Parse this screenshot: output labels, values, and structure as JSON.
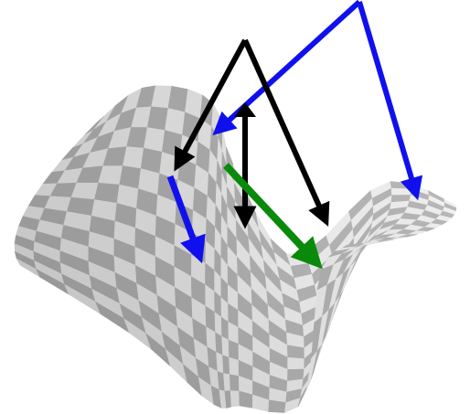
{
  "figure": {
    "surface": {
      "kind": "checkerboard-saddle-surface",
      "light_color": "#f2f2f2",
      "dark_color": "#b9b9b9",
      "edge_shade": "#9a9a9a"
    },
    "arrows": [
      {
        "id": "black-arrow-left",
        "color": "#000000"
      },
      {
        "id": "black-arrow-middle",
        "color": "#000000"
      },
      {
        "id": "black-arrow-right",
        "color": "#000000"
      },
      {
        "id": "blue-arrow-top-left",
        "color": "#1010ee"
      },
      {
        "id": "blue-arrow-top-right",
        "color": "#1010ee"
      },
      {
        "id": "blue-arrow-surface",
        "color": "#1010ee"
      },
      {
        "id": "green-arrow-surface",
        "color": "#0a8a0a"
      }
    ]
  }
}
